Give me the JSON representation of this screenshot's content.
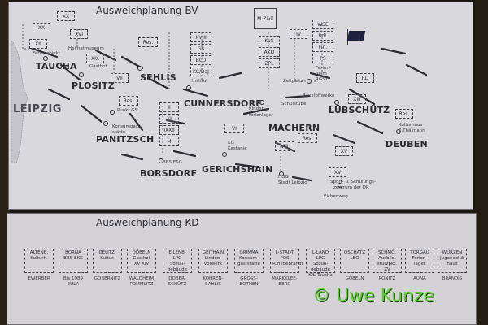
{
  "top": {
    "title": "Ausweichplanung BV",
    "cities": [
      {
        "id": "taucha",
        "label": "TAUCHA"
      },
      {
        "id": "plositz",
        "label": "PLOSITZ"
      },
      {
        "id": "sehlis",
        "label": "SEHLIS"
      },
      {
        "id": "leipzig",
        "label": "LEIPZIG"
      },
      {
        "id": "cunnersdorf",
        "label": "CUNNERSDORF"
      },
      {
        "id": "lubschutz",
        "label": "LÜBSCHÜTZ"
      },
      {
        "id": "panitzsch",
        "label": "PANITZSCH"
      },
      {
        "id": "machern",
        "label": "MACHERN"
      },
      {
        "id": "deuben",
        "label": "DEUBEN"
      },
      {
        "id": "borsdorf",
        "label": "BORSDORF"
      },
      {
        "id": "gerichshain",
        "label": "GERICHSHAIN"
      }
    ],
    "boxes": [
      {
        "id": "b1",
        "label": "XX"
      },
      {
        "id": "b2",
        "label": "XX"
      },
      {
        "id": "b3",
        "label": "XVI"
      },
      {
        "id": "b4",
        "label": "XII"
      },
      {
        "id": "b5",
        "label": "XIX"
      },
      {
        "id": "b6",
        "label": "VII"
      },
      {
        "id": "b7",
        "label": "Res."
      },
      {
        "id": "b8",
        "label": "Res."
      },
      {
        "id": "b9",
        "label": "XVIII"
      },
      {
        "id": "b10",
        "label": "GS"
      },
      {
        "id": "b11",
        "label": "BCD"
      },
      {
        "id": "b12",
        "label": "KC/DaJ"
      },
      {
        "id": "b13",
        "label": "II"
      },
      {
        "id": "b14",
        "label": "XI"
      },
      {
        "id": "b15",
        "label": "IXXII"
      },
      {
        "id": "b16",
        "label": "M"
      },
      {
        "id": "b17",
        "label": "VI"
      },
      {
        "id": "b18",
        "label": "KuS"
      },
      {
        "id": "b19",
        "label": "AKD"
      },
      {
        "id": "b20",
        "label": "ZPL"
      },
      {
        "id": "b21",
        "label": "IV"
      },
      {
        "id": "b22",
        "label": "WSE"
      },
      {
        "id": "b23",
        "label": "BdL"
      },
      {
        "id": "b24",
        "label": "Fin."
      },
      {
        "id": "b25",
        "label": "PS"
      },
      {
        "id": "b26",
        "label": "RD"
      },
      {
        "id": "b27",
        "label": "VIII"
      },
      {
        "id": "b28",
        "label": "Res."
      },
      {
        "id": "b29",
        "label": "XV"
      },
      {
        "id": "b30",
        "label": "XV"
      },
      {
        "id": "b31",
        "label": "Res."
      },
      {
        "id": "b32",
        "label": "XIII"
      },
      {
        "id": "b33",
        "label": "M.Zivil"
      }
    ],
    "labels": [
      {
        "id": "l1",
        "label": "Gasthof"
      },
      {
        "id": "l2",
        "label": "Institut"
      },
      {
        "id": "l3",
        "label": "Kinder-"
      },
      {
        "id": "l4",
        "label": "ferienlager"
      },
      {
        "id": "l5",
        "label": "Schulstube"
      },
      {
        "id": "l6",
        "label": "Zeltplatz"
      },
      {
        "id": "l7",
        "label": "Ferien-"
      },
      {
        "id": "l8",
        "label": "heim"
      },
      {
        "id": "l9",
        "label": "RGST"
      },
      {
        "id": "l10",
        "label": "Baustoffwerke"
      },
      {
        "id": "l11",
        "label": "Konsumgast-"
      },
      {
        "id": "l12",
        "label": "stätte"
      },
      {
        "id": "l13",
        "label": "BBS ESG"
      },
      {
        "id": "l14",
        "label": "KG"
      },
      {
        "id": "l15",
        "label": "Kastanie"
      },
      {
        "id": "l16",
        "label": "HOG"
      },
      {
        "id": "l17",
        "label": "Stadt Leipzig"
      },
      {
        "id": "l18",
        "label": "Sport- u. Schulungs-"
      },
      {
        "id": "l19",
        "label": "zentrum der DR"
      },
      {
        "id": "l20",
        "label": "Eichenweg"
      },
      {
        "id": "l21",
        "label": "Kulturhaus"
      },
      {
        "id": "l22",
        "label": "E.Thälmann"
      },
      {
        "id": "l23",
        "label": "Punkt GS"
      },
      {
        "id": "l24",
        "label": "Ferienobjekt"
      },
      {
        "id": "l25",
        "label": "Heimatmuseum"
      }
    ]
  },
  "bottom": {
    "title": "Ausweichplanung KD",
    "columns": [
      {
        "id": "k1",
        "box": "ALTENB. Kulturh.",
        "sub": "EWERBER"
      },
      {
        "id": "k2",
        "box": "BORNA BBS EKK",
        "sub": "Bis 1989 EULA"
      },
      {
        "id": "k3",
        "box": "DELITZ. Kultur.",
        "sub": "GOBERNITZ"
      },
      {
        "id": "k4",
        "box": "DÖBELN Gasthof XV XIV",
        "sub": "WALDHEIM POMMLITZ"
      },
      {
        "id": "k5",
        "box": "EILENB. LPG Sozial-gebäude",
        "sub": "DOBER-SCHÜTZ"
      },
      {
        "id": "k6",
        "box": "GEITHAIN Linden-vorwerk",
        "sub": "KOHREN-SAHLIS"
      },
      {
        "id": "k7",
        "box": "GRIMMA Konsum-gaststätte",
        "sub": "GROSS-BOTHEN"
      },
      {
        "id": "k8",
        "box": "L-STADT POS R.Hildebrandt",
        "sub": "MARKKLEE-BERG"
      },
      {
        "id": "k9",
        "box": "L-LAND LPG Sozial-gebäude KfL Taucha",
        "sub": ""
      },
      {
        "id": "k10",
        "box": "OSCHATZ LBO",
        "sub": "GÖBELN"
      },
      {
        "id": "k11",
        "box": "SCHMÖ. Ausbild. stützpkt. ZV",
        "sub": "PONITZ"
      },
      {
        "id": "k12",
        "box": "TORGAU Ferien-lager",
        "sub": "AUNA"
      },
      {
        "id": "k13",
        "box": "WURZEN Jugendclub-haus",
        "sub": "BRANDIS"
      }
    ]
  },
  "copyright": "© Uwe Kunze",
  "colors": {
    "paper": "#d9d8dc",
    "ink": "#2a2a30",
    "copyright": "#58d32a"
  }
}
